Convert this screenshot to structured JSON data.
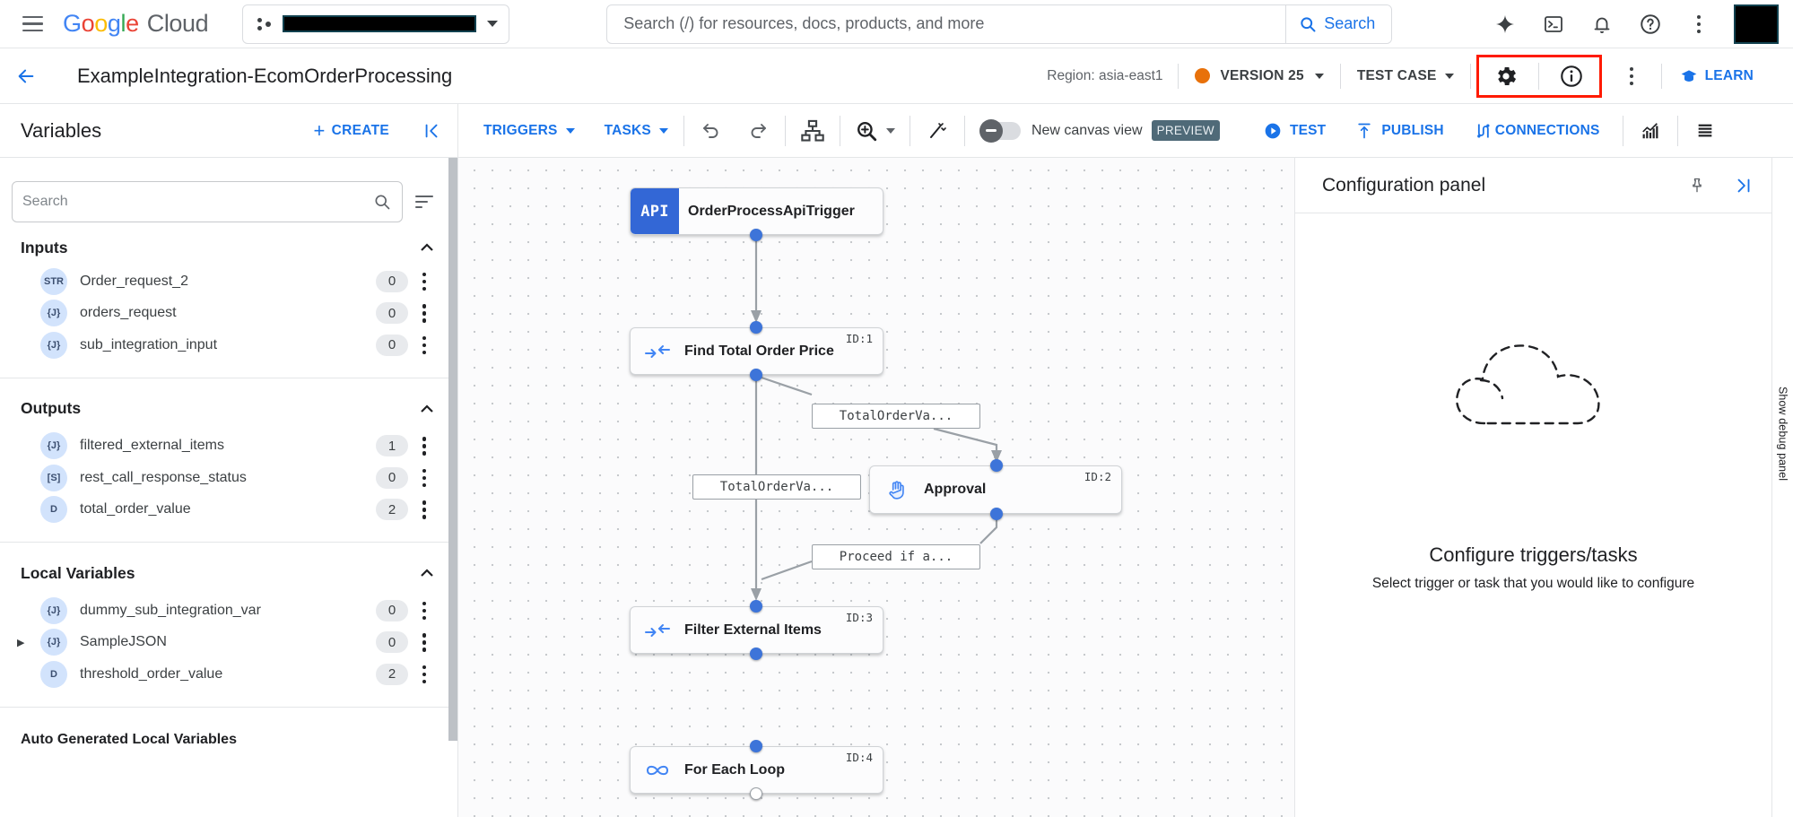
{
  "topbar": {
    "menu_icon": "hamburger-icon",
    "brand": {
      "g": "G",
      "o1": "o",
      "o2": "o",
      "g2": "g",
      "l": "l",
      "e": "e",
      "cloud": "Cloud"
    },
    "project_selector": {
      "value": "",
      "redacted": true
    },
    "search": {
      "placeholder": "Search (/) for resources, docs, products, and more",
      "value": "",
      "button_label": "Search"
    },
    "icons": [
      {
        "name": "gemini-sparkle-icon"
      },
      {
        "name": "cloud-shell-icon"
      },
      {
        "name": "notifications-bell-icon"
      },
      {
        "name": "help-icon"
      },
      {
        "name": "more-options-icon"
      }
    ],
    "avatar": "account-avatar"
  },
  "subheader": {
    "back_label": "←",
    "title": "ExampleIntegration-EcomOrderProcessing",
    "region": "Region: asia-east1",
    "version": {
      "label": "VERSION 25",
      "status_color": "#E8710A"
    },
    "test_case": "TEST CASE",
    "highlighted_icons": [
      {
        "name": "settings-gear-icon"
      },
      {
        "name": "info-icon"
      }
    ],
    "more_icon": "more-options-icon",
    "learn": "LEARN",
    "highlight_color": "#ff0000"
  },
  "variables_panel": {
    "title": "Variables",
    "create_label": "CREATE",
    "collapse_icon": "collapse-panel-icon",
    "search": {
      "placeholder": "Search",
      "value": ""
    },
    "sort_icon": "sort-filter-icon",
    "sections": [
      {
        "name": "Inputs",
        "expanded": true,
        "rows": [
          {
            "type": "STR",
            "name": "Order_request_2",
            "count": "0",
            "twisty": false
          },
          {
            "type": "{J}",
            "name": "orders_request",
            "count": "0",
            "twisty": false
          },
          {
            "type": "{J}",
            "name": "sub_integration_input",
            "count": "0",
            "twisty": false
          }
        ]
      },
      {
        "name": "Outputs",
        "expanded": true,
        "rows": [
          {
            "type": "{J}",
            "name": "filtered_external_items",
            "count": "1",
            "twisty": false
          },
          {
            "type": "[S]",
            "name": "rest_call_response_status",
            "count": "0",
            "twisty": false
          },
          {
            "type": "D",
            "name": "total_order_value",
            "count": "2",
            "twisty": false
          }
        ]
      },
      {
        "name": "Local Variables",
        "expanded": true,
        "rows": [
          {
            "type": "{J}",
            "name": "dummy_sub_integration_var",
            "count": "0",
            "twisty": false
          },
          {
            "type": "{J}",
            "name": "SampleJSON",
            "count": "0",
            "twisty": true
          },
          {
            "type": "D",
            "name": "threshold_order_value",
            "count": "2",
            "twisty": false
          }
        ]
      },
      {
        "name": "Auto Generated Local Variables",
        "expanded": false,
        "rows": []
      }
    ]
  },
  "canvas_toolbar": {
    "triggers": "TRIGGERS",
    "tasks": "TASKS",
    "undo_icon": "undo-icon",
    "redo_icon": "redo-icon",
    "layout_icon": "auto-layout-icon",
    "zoom_icon": "zoom-icon",
    "magic_icon": "magic-wand-icon",
    "new_canvas_toggle": {
      "label": "New canvas view",
      "badge": "PREVIEW",
      "on": false
    },
    "test": "TEST",
    "publish": "PUBLISH",
    "connections": "CONNECTIONS",
    "analytics_icon": "analytics-chart-icon",
    "logs_icon": "logs-list-icon"
  },
  "canvas": {
    "nodes": [
      {
        "id": "trigger",
        "label": "OrderProcessApiTrigger",
        "badge": "API",
        "icon": "api-trigger-icon",
        "nid": ""
      },
      {
        "id": "task1",
        "label": "Find Total Order Price",
        "icon": "data-mapping-icon",
        "nid": "ID:1"
      },
      {
        "id": "task2",
        "label": "Approval",
        "icon": "approval-hand-icon",
        "nid": "ID:2"
      },
      {
        "id": "task3",
        "label": "Filter External Items",
        "icon": "data-mapping-icon",
        "nid": "ID:3"
      },
      {
        "id": "task4",
        "label": "For Each Loop",
        "icon": "for-each-loop-icon",
        "nid": "ID:4"
      }
    ],
    "edge_labels": [
      {
        "id": "e1",
        "text": "TotalOrderVa..."
      },
      {
        "id": "e2",
        "text": "TotalOrderVa..."
      },
      {
        "id": "e3",
        "text": "Proceed if a..."
      }
    ]
  },
  "config_panel": {
    "title": "Configuration panel",
    "pin_icon": "pin-icon",
    "collapse_icon": "collapse-right-icon",
    "empty_title": "Configure triggers/tasks",
    "empty_sub": "Select trigger or task that you would like to configure",
    "art": "dashed-cloud-illustration"
  },
  "debug_rail": {
    "label": "Show debug panel"
  }
}
